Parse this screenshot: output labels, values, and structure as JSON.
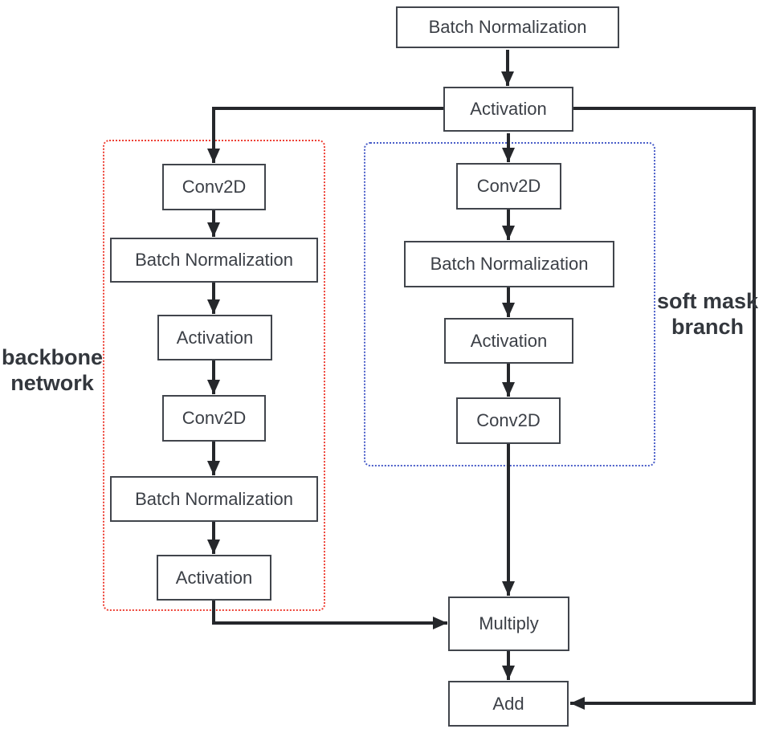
{
  "diagram": {
    "main_flow": {
      "batch_norm": "Batch Normalization",
      "activation": "Activation"
    },
    "backbone_network": {
      "label_line1": "backbone",
      "label_line2": "network",
      "conv1": "Conv2D",
      "bn1": "Batch Normalization",
      "act1": "Activation",
      "conv2": "Conv2D",
      "bn2": "Batch Normalization",
      "act2": "Activation"
    },
    "soft_mask_branch": {
      "label_line1": "soft mask",
      "label_line2": "branch",
      "conv1": "Conv2D",
      "bn1": "Batch Normalization",
      "act1": "Activation",
      "conv2": "Conv2D"
    },
    "merge": {
      "multiply": "Multiply",
      "add": "Add"
    },
    "colors": {
      "backbone_border": "#ee4136",
      "mask_border": "#4a5ec9",
      "box_border": "#41454c",
      "arrow": "#25272b",
      "text": "#3b3f46"
    }
  }
}
